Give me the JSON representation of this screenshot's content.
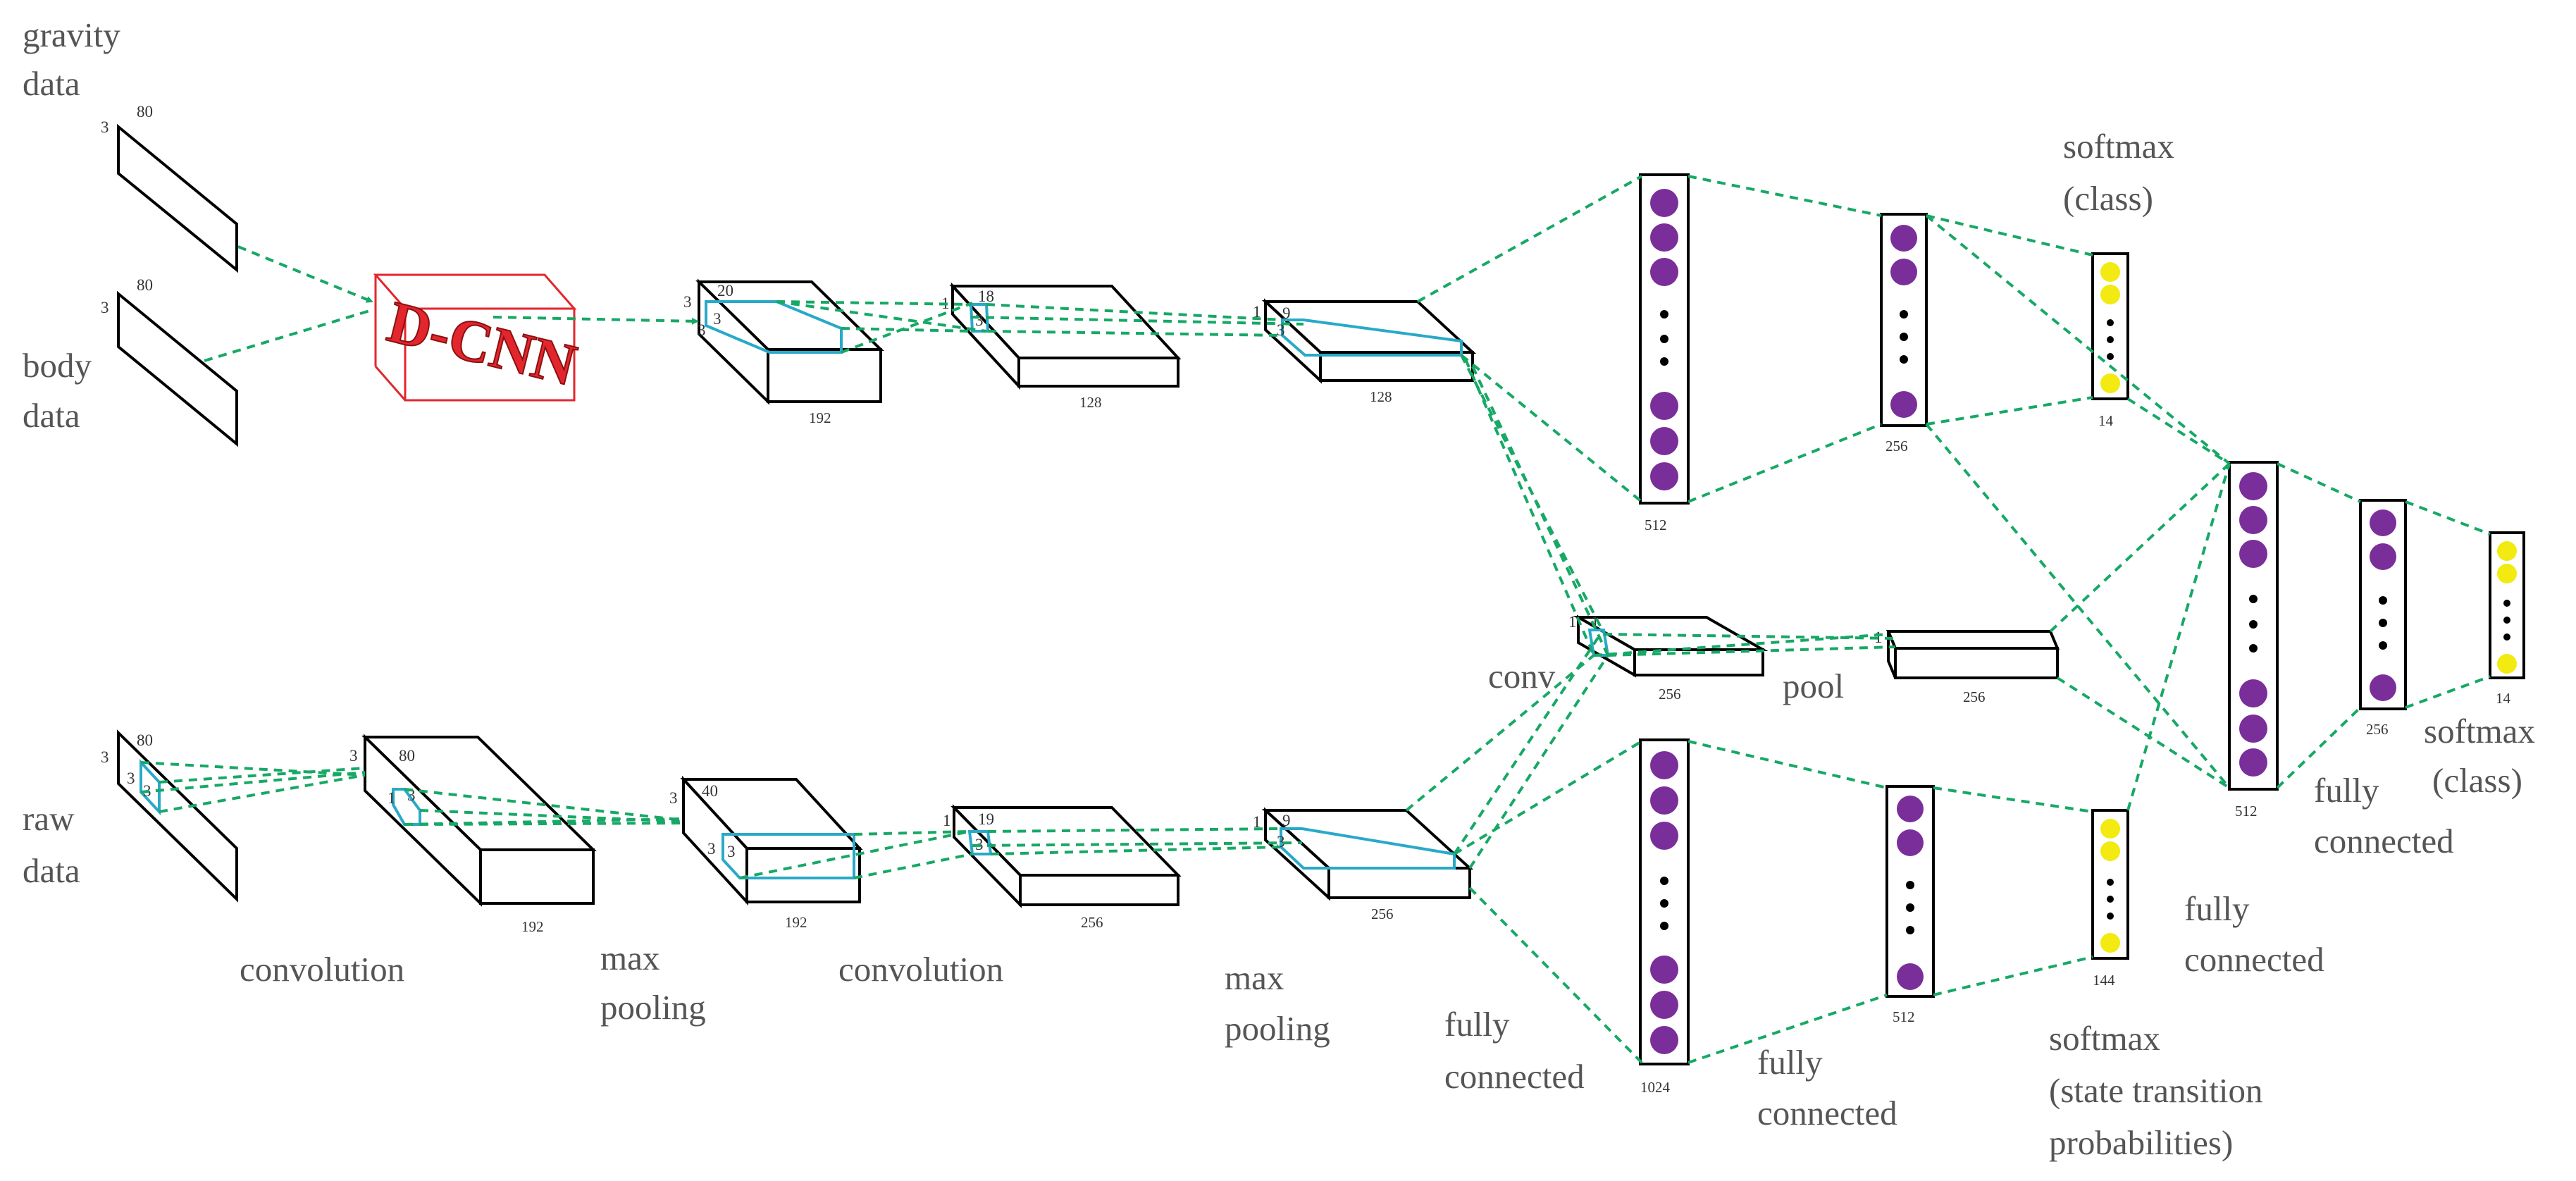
{
  "inputs": {
    "gravity": {
      "label_line1": "gravity",
      "label_line2": "data",
      "width": "80",
      "height": "3"
    },
    "body": {
      "label_line1": "body",
      "label_line2": "data",
      "width": "80",
      "height": "3"
    },
    "raw": {
      "label_line1": "raw",
      "label_line2": "data",
      "width": "80",
      "height": "3",
      "kernel_w": "3",
      "kernel_h": "3"
    }
  },
  "dcnn": {
    "label": "D-CNN"
  },
  "top_branch": {
    "block1": {
      "top": "20",
      "side": "3",
      "inner": "3",
      "bottom": "192"
    },
    "block2": {
      "top": "18",
      "side": "1",
      "inner": "3",
      "bottom": "128"
    },
    "block3": {
      "top": "9",
      "side": "1",
      "inner": "3",
      "bottom": "128"
    },
    "fc1": {
      "size": "512"
    },
    "fc2": {
      "size": "256"
    },
    "softmax": {
      "size": "14",
      "label_line1": "softmax",
      "label_line2": "(class)"
    }
  },
  "bottom_branch": {
    "block1": {
      "top": "80",
      "side": "3",
      "k1": "1",
      "k2": "3",
      "bottom": "192"
    },
    "block2": {
      "top": "40",
      "side": "3",
      "inner": "3",
      "bottom": "192"
    },
    "block3": {
      "top": "19",
      "side": "1",
      "inner": "3",
      "bottom": "256"
    },
    "block4": {
      "top": "9",
      "side": "1",
      "inner": "3",
      "bottom": "256"
    },
    "fc1": {
      "size": "1024"
    },
    "fc2": {
      "size": "512"
    },
    "softmax": {
      "size": "144",
      "label_line1": "softmax",
      "label_line2": "(state transition",
      "label_line3": "probabilities)"
    }
  },
  "middle": {
    "conv": {
      "label": "conv",
      "side": "1",
      "top": "1",
      "bottom": "256"
    },
    "pool": {
      "label": "pool",
      "top": "1",
      "bottom": "256"
    }
  },
  "final": {
    "fc1": {
      "size": "512"
    },
    "fc2": {
      "size": "256"
    },
    "softmax": {
      "size": "14",
      "label_line1": "softmax",
      "label_line2": "(class)"
    }
  },
  "captions": {
    "convolution_1": "convolution",
    "max_pooling_1_line1": "max",
    "max_pooling_1_line2": "pooling",
    "convolution_2": "convolution",
    "max_pooling_2_line1": "max",
    "max_pooling_2_line2": "pooling",
    "fully_connected_1_line1": "fully",
    "fully_connected_1_line2": "connected",
    "fully_connected_2_line1": "fully",
    "fully_connected_2_line2": "connected",
    "fully_connected_3_line1": "fully",
    "fully_connected_3_line2": "connected",
    "fully_connected_4_line1": "fully",
    "fully_connected_4_line2": "connected"
  },
  "colors": {
    "connector": "#17a866",
    "kernel": "#29a9c8",
    "dcnn": "#e3262e",
    "node_purple": "#7a2e9a",
    "node_yellow": "#f2ea10",
    "label_gray": "#555555"
  }
}
